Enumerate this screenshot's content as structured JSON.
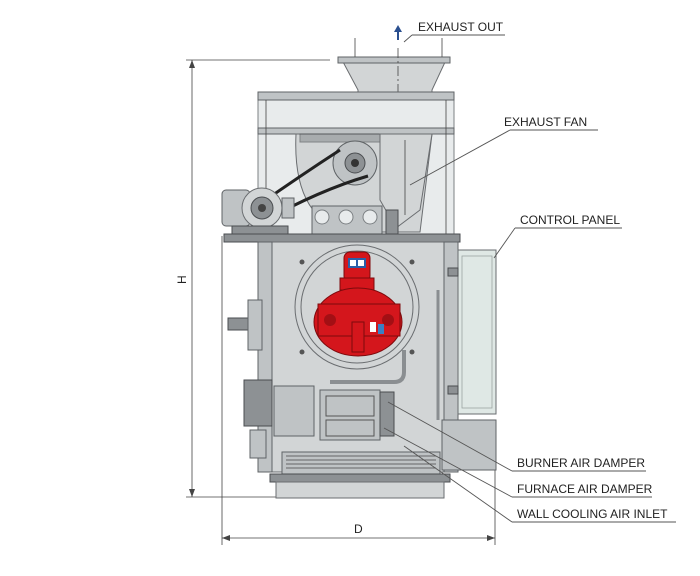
{
  "callouts": {
    "exhaust_out": "EXHAUST OUT",
    "exhaust_fan": "EXHAUST FAN",
    "control_panel": "CONTROL PANEL",
    "burner_air_damper": "BURNER AIR DAMPER",
    "furnace_air_damper": "FURNACE AIR DAMPER",
    "wall_cooling_air_inlet": "WALL COOLING AIR INLET"
  },
  "dimensions": {
    "height": "H",
    "depth": "D"
  },
  "colors": {
    "burner": "#d4161c",
    "panel": "#dfe8e5",
    "steel": "#d2d5d6",
    "exhaust_arrow": "#2a4f8f"
  }
}
